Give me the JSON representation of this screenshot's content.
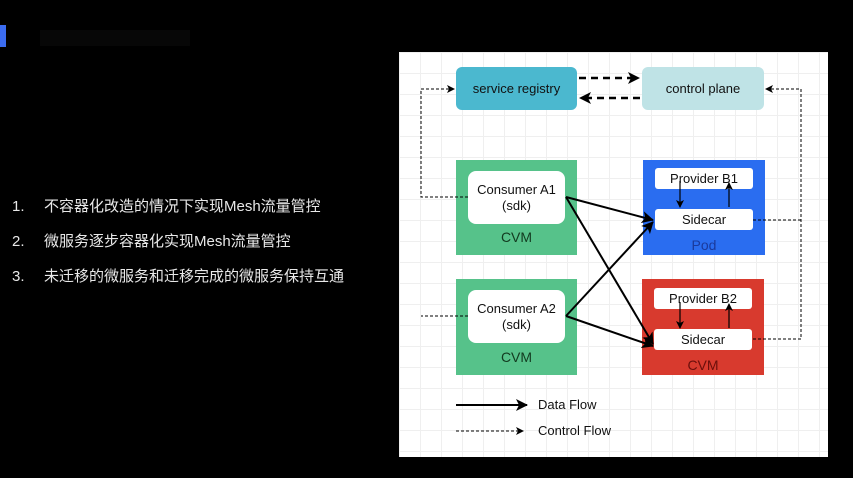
{
  "slide": {
    "accent_color": "#3b6cf0",
    "points": [
      {
        "num": "1.",
        "text": "不容器化改造的情况下实现Mesh流量管控"
      },
      {
        "num": "2.",
        "text": "微服务逐步容器化实现Mesh流量管控"
      },
      {
        "num": "3.",
        "text": "未迁移的微服务和迁移完成的微服务保持互通"
      }
    ]
  },
  "diagram": {
    "service_registry": "service registry",
    "control_plane": "control plane",
    "consumer_a1": {
      "name": "Consumer A1",
      "sub": "(sdk)",
      "host": "CVM"
    },
    "consumer_a2": {
      "name": "Consumer A2",
      "sub": "(sdk)",
      "host": "CVM"
    },
    "provider_b1": {
      "name": "Provider B1",
      "sidecar": "Sidecar",
      "host": "Pod"
    },
    "provider_b2": {
      "name": "Provider B2",
      "sidecar": "Sidecar",
      "host": "CVM"
    },
    "colors": {
      "registry": "#4bb8cf",
      "control_plane": "#bfe3e6",
      "cvm_green": "#56c28a",
      "pod_blue": "#2a6df0",
      "cvm_red": "#d83a2e"
    },
    "legend": {
      "data_flow": "Data Flow",
      "control_flow": "Control Flow"
    }
  }
}
